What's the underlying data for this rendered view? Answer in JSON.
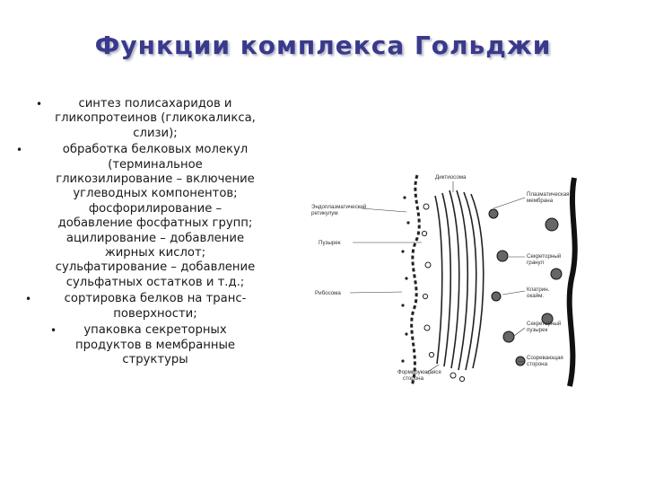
{
  "slide": {
    "title": "Функции комплекса Гольджи",
    "bullets": [
      {
        "lines": [
          "синтез полисахаридов и",
          "гликопротеинов (гликокаликса,",
          "слизи);"
        ]
      },
      {
        "lines": [
          "обработка белковых молекул",
          "(терминальное",
          "гликозилирование – включение",
          "углеводных компонентов;",
          "фосфорилирование –",
          "добавление фосфатных групп;",
          "ацилирование – добавление",
          "жирных кислот;",
          "сульфатирование – добавление",
          "сульфатных остатков и т.д.;"
        ]
      },
      {
        "lines": [
          "сортировка белков на транс-",
          "поверхности;"
        ]
      },
      {
        "lines": [
          "упаковка секреторных",
          "продуктов в мембранные",
          "структуры"
        ]
      }
    ],
    "bullet_symbol": "•"
  },
  "figure": {
    "labels": {
      "er": [
        "Эндоплазматический",
        "ретикулум"
      ],
      "dictyosome": "Диктиосома",
      "plasma_membrane": [
        "Плазматическая",
        "мембрана"
      ],
      "vesicle": "Пузырек",
      "secretory_granule": [
        "Секреторный",
        "гранул"
      ],
      "ribosome": "Рибосома",
      "coated_vesicle": [
        "Клатрин.",
        "окайм."
      ],
      "secretory_vesicle": [
        "Секреторный",
        "пузырек"
      ],
      "maturing_face": [
        "Созревающая",
        "сторона"
      ],
      "forming_face": [
        "Формирующаяся",
        "сторона"
      ]
    }
  }
}
